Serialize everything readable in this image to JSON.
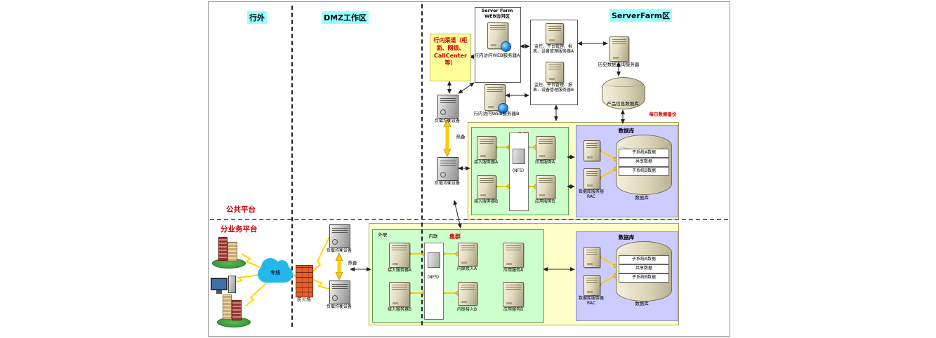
{
  "zones": {
    "outside": "行外",
    "dmz": "DMZ工作区",
    "serverfarm": "ServerFarm区",
    "public_platform": "公共平台",
    "business_platform": "分业务平台"
  },
  "labels": {
    "channel": "行内渠道（柜面、网银、CallCenter等）",
    "daily_backup": "每日数据备份",
    "hot_standby": "热备",
    "load_balancer": "负载均衡设备",
    "firewall": "防火墙",
    "leased_line": "专线",
    "history_server": "历史数据查询服务器",
    "product_db": "产品信息数据库"
  },
  "web_zone": {
    "title_line1": "Server Farm",
    "title_line2": "WEB访问区",
    "server_a": "行内访问WEB服务器A",
    "server_b": "行内访问WEB服务器B"
  },
  "mgmt": {
    "server_a": "监控、平台管理、报表、设备管理服务器A",
    "server_b": "监控、平台管理、报表、设备管理服务器B"
  },
  "upper_cluster": {
    "title": "集群",
    "access_a": "接入服务器A",
    "access_b": "接入服务器B",
    "nfs": "(NFS)",
    "app_a": "应用服务A",
    "app_b": "应用服务B"
  },
  "upper_db": {
    "title": "数据库",
    "rac": "数据库服务器RAC",
    "seg_a": "子系统A数据",
    "seg_shared": "共享数据",
    "seg_b": "子系统B数据",
    "caption": "数据库"
  },
  "lower_cluster": {
    "title": "集群",
    "external": "外联",
    "internal": "内联",
    "access_a": "接入服务器A",
    "access_b": "接入服务器B",
    "nfs": "(NFS)",
    "internal_access_a": "内联接入A",
    "internal_access_b": "内联接入B",
    "app_a": "应用服务A",
    "app_b": "应用服务B"
  },
  "lower_db": {
    "title": "数据库",
    "rac": "数据库服务器RAC",
    "seg_a": "子系统A数据",
    "seg_shared": "共享数据",
    "seg_b": "子系统B数据",
    "caption": "数据库"
  }
}
